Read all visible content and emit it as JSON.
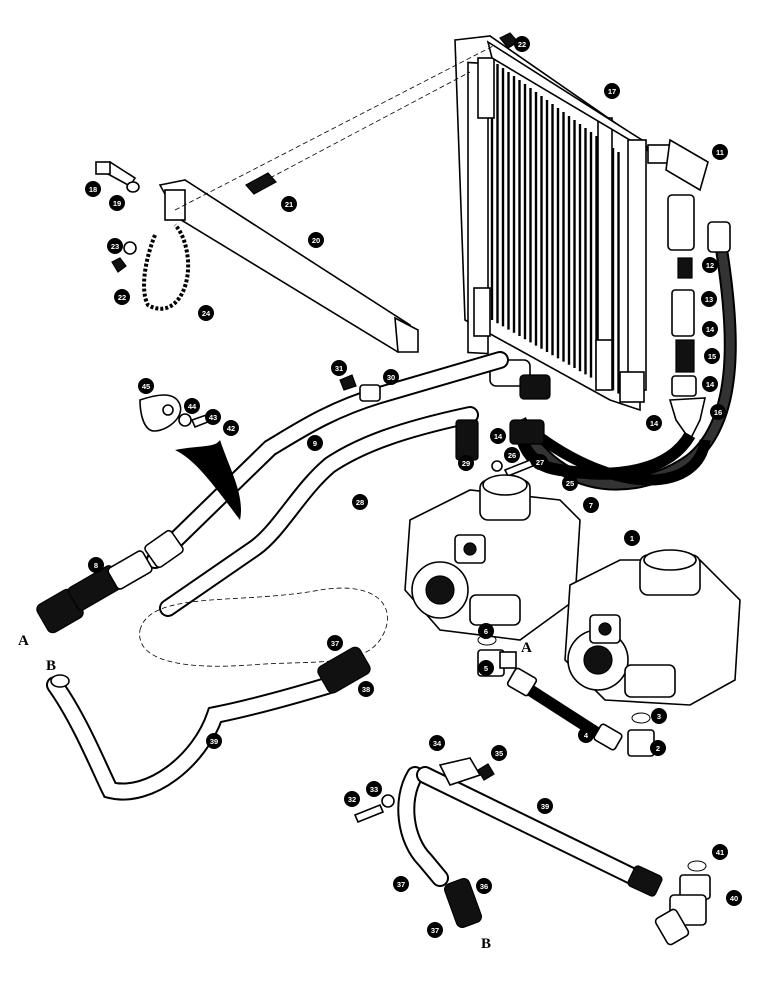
{
  "figure": {
    "letters": {
      "a_left": "A",
      "b_left": "B",
      "a_pump": "A",
      "b_bottom": "B"
    },
    "callouts": [
      {
        "id": "c22a",
        "label": "22"
      },
      {
        "id": "c17",
        "label": "17"
      },
      {
        "id": "c11",
        "label": "11"
      },
      {
        "id": "c18a",
        "label": "18"
      },
      {
        "id": "c19",
        "label": "19"
      },
      {
        "id": "c21",
        "label": "21"
      },
      {
        "id": "c20",
        "label": "20"
      },
      {
        "id": "c23",
        "label": "23"
      },
      {
        "id": "c22b",
        "label": "22"
      },
      {
        "id": "c24",
        "label": "24"
      },
      {
        "id": "c12",
        "label": "12"
      },
      {
        "id": "c13",
        "label": "13"
      },
      {
        "id": "c14a",
        "label": "14"
      },
      {
        "id": "c15",
        "label": "15"
      },
      {
        "id": "c14b",
        "label": "14"
      },
      {
        "id": "c16",
        "label": "16"
      },
      {
        "id": "c14c",
        "label": "14"
      },
      {
        "id": "c31",
        "label": "31"
      },
      {
        "id": "c30",
        "label": "30"
      },
      {
        "id": "c45",
        "label": "45"
      },
      {
        "id": "c44",
        "label": "44"
      },
      {
        "id": "c43",
        "label": "43"
      },
      {
        "id": "c42",
        "label": "42"
      },
      {
        "id": "c9",
        "label": "9"
      },
      {
        "id": "c14d",
        "label": "14"
      },
      {
        "id": "c28",
        "label": "28"
      },
      {
        "id": "c29",
        "label": "29"
      },
      {
        "id": "c27",
        "label": "27"
      },
      {
        "id": "c25",
        "label": "25"
      },
      {
        "id": "c26",
        "label": "26"
      },
      {
        "id": "c7",
        "label": "7"
      },
      {
        "id": "c1",
        "label": "1"
      },
      {
        "id": "c8",
        "label": "8"
      },
      {
        "id": "c6",
        "label": "6"
      },
      {
        "id": "c5",
        "label": "5"
      },
      {
        "id": "c37a",
        "label": "37"
      },
      {
        "id": "c38a",
        "label": "38"
      },
      {
        "id": "c39a",
        "label": "39"
      },
      {
        "id": "c3",
        "label": "3"
      },
      {
        "id": "c4",
        "label": "4"
      },
      {
        "id": "c2",
        "label": "2"
      },
      {
        "id": "c35",
        "label": "35"
      },
      {
        "id": "c34",
        "label": "34"
      },
      {
        "id": "c33",
        "label": "33"
      },
      {
        "id": "c32",
        "label": "32"
      },
      {
        "id": "c39b",
        "label": "39"
      },
      {
        "id": "c41",
        "label": "41"
      },
      {
        "id": "c37b",
        "label": "37"
      },
      {
        "id": "c36",
        "label": "36"
      },
      {
        "id": "c37c",
        "label": "37"
      },
      {
        "id": "c40",
        "label": "40"
      }
    ]
  }
}
